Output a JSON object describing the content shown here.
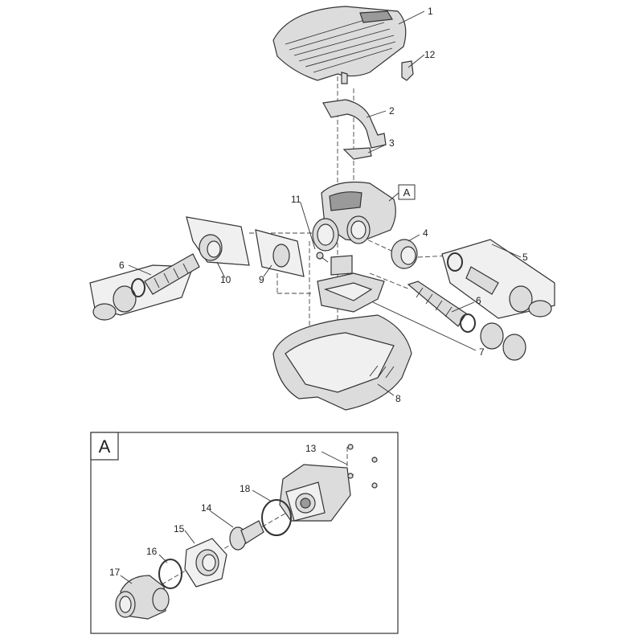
{
  "callouts": [
    "1",
    "2",
    "3",
    "4",
    "5",
    "6",
    "7",
    "8",
    "9",
    "10",
    "11",
    "12",
    "6",
    "13",
    "14",
    "15",
    "16",
    "17",
    "18"
  ],
  "detail_marker": "A",
  "detail_box_label": "A"
}
